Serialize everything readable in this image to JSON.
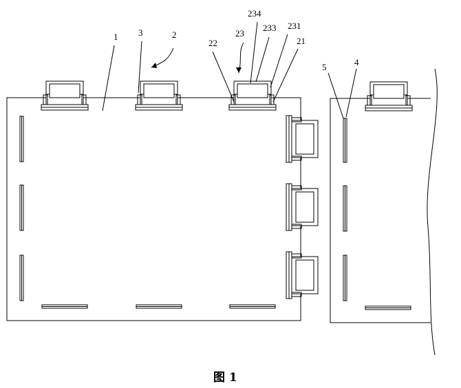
{
  "figure": {
    "caption": "图 1",
    "labels": {
      "part_1": "1",
      "part_2": "2",
      "part_3": "3",
      "part_22": "22",
      "part_23": "23",
      "part_234": "234",
      "part_233": "233",
      "part_231": "231",
      "part_21": "21",
      "part_5": "5",
      "part_4": "4"
    }
  }
}
